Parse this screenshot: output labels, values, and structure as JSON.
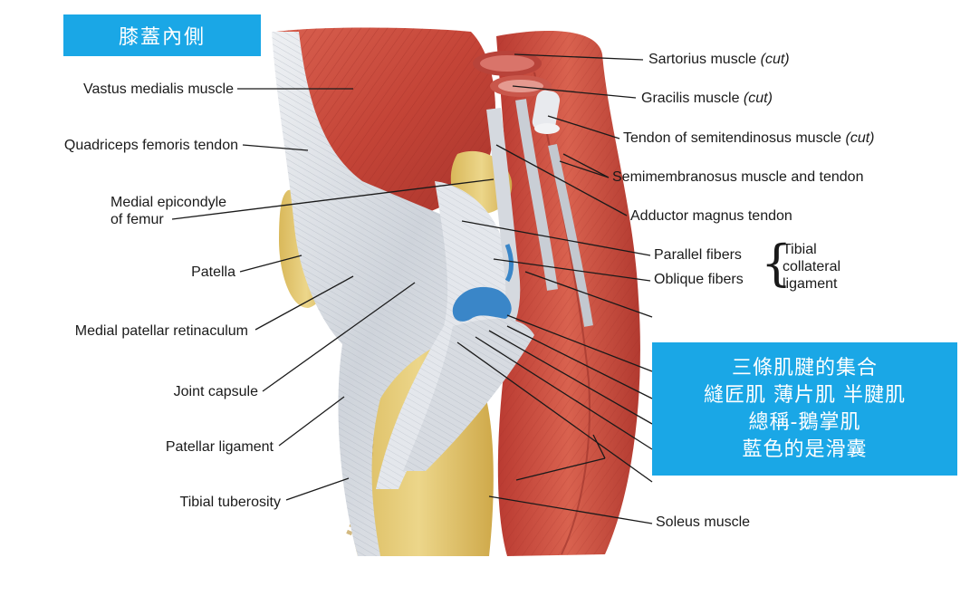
{
  "title": "膝蓋內側",
  "note_lines": [
    "三條肌腱的集合",
    "縫匠肌 薄片肌 半腱肌",
    "總稱-鵝掌肌",
    "藍色的是滑囊"
  ],
  "labels_left": [
    "Vastus medialis muscle",
    "Quadriceps femoris tendon",
    "Medial epicondyle",
    "of femur",
    "Patella",
    "Medial patellar retinaculum",
    "Joint capsule",
    "Patellar ligament",
    "Tibial tuberosity"
  ],
  "labels_right": [
    {
      "text": "Sartorius muscle",
      "suffix": "(cut)"
    },
    {
      "text": "Gracilis muscle",
      "suffix": "(cut)"
    },
    {
      "text": "Tendon of semitendinosus muscle",
      "suffix": "(cut)"
    },
    {
      "text": "Semimembranosus muscle and tendon",
      "suffix": ""
    },
    {
      "text": "Adductor magnus tendon",
      "suffix": ""
    },
    {
      "text": "Parallel fibers",
      "suffix": ""
    },
    {
      "text": "Oblique fibers",
      "suffix": ""
    },
    {
      "text": "Soleus muscle",
      "suffix": ""
    }
  ],
  "tibial_group": [
    "Tibial",
    "collateral",
    "ligament"
  ],
  "colors": {
    "accent_box": "#1aa7e6",
    "muscle": "#c9473d",
    "tendon": "#d9dde3",
    "bone": "#e6c86a",
    "bursa": "#3a86c8"
  }
}
